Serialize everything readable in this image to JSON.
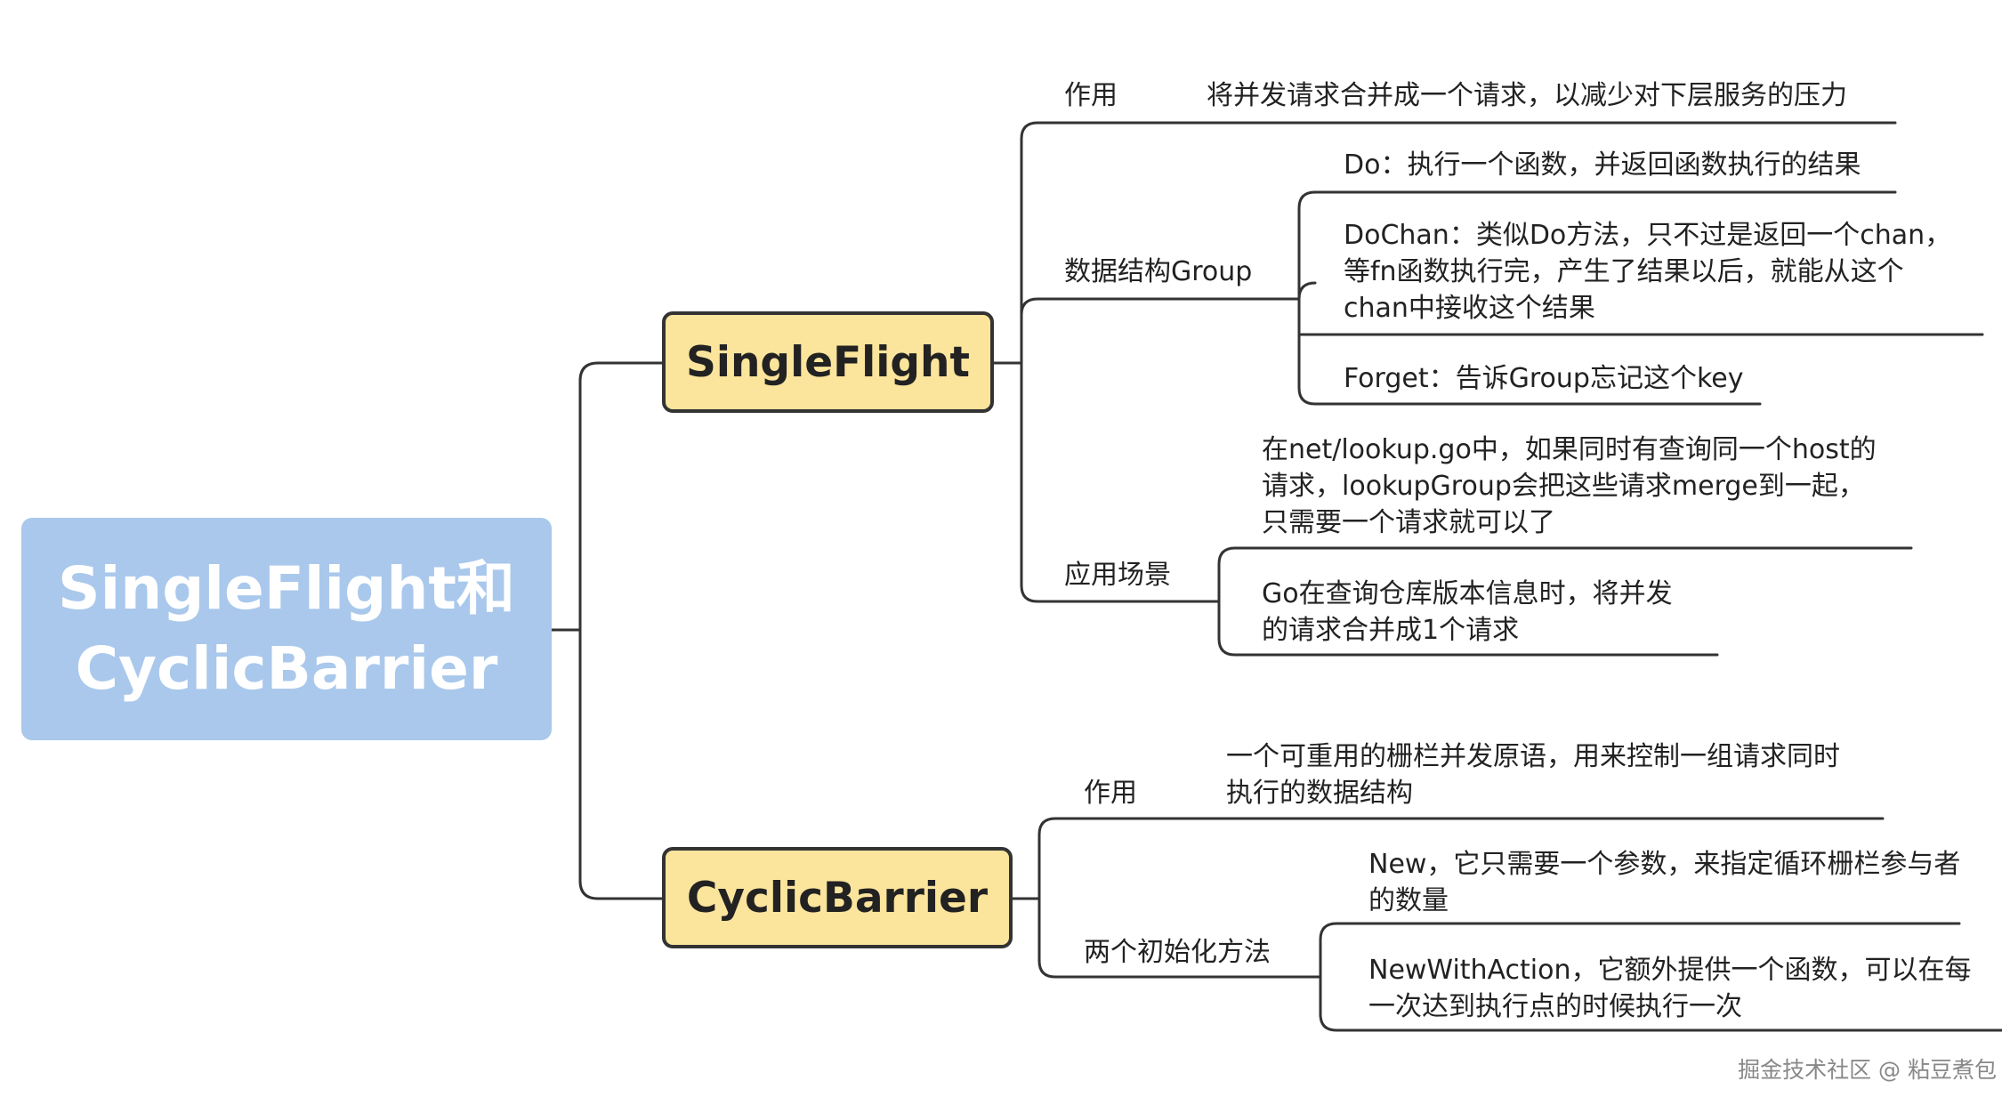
{
  "root": {
    "line1": "SingleFlight和",
    "line2": "CyclicBarrier"
  },
  "singleflight": {
    "title": "SingleFlight",
    "purpose": {
      "label": "作用",
      "text": "将并发请求合并成一个请求，以减少对下层服务的压力"
    },
    "group": {
      "label": "数据结构Group",
      "do": "Do：执行一个函数，并返回函数执行的结果",
      "dochan": [
        "DoChan：类似Do方法，只不过是返回一个chan，",
        "等fn函数执行完，产生了结果以后，就能从这个",
        "chan中接收这个结果"
      ],
      "forget": "Forget：告诉Group忘记这个key"
    },
    "usage": {
      "label": "应用场景",
      "net": [
        "在net/lookup.go中，如果同时有查询同一个host的",
        "请求，lookupGroup会把这些请求merge到一起，",
        "只需要一个请求就可以了"
      ],
      "go": [
        "Go在查询仓库版本信息时，将并发",
        "的请求合并成1个请求"
      ]
    }
  },
  "cyclicbarrier": {
    "title": "CyclicBarrier",
    "purpose": {
      "label": "作用",
      "text": [
        "一个可重用的栅栏并发原语，用来控制一组请求同时",
        "执行的数据结构"
      ]
    },
    "init": {
      "label": "两个初始化方法",
      "new": [
        "New，它只需要一个参数，来指定循环栅栏参与者",
        "的数量"
      ],
      "with_action": [
        "NewWithAction，它额外提供一个函数，可以在每",
        "一次达到执行点的时候执行一次"
      ]
    }
  },
  "watermark": "掘金技术社区 @ 粘豆煮包",
  "colors": {
    "root_fill": "#a9c8ec",
    "branch_fill": "#fbe49c",
    "line": "#333333"
  }
}
